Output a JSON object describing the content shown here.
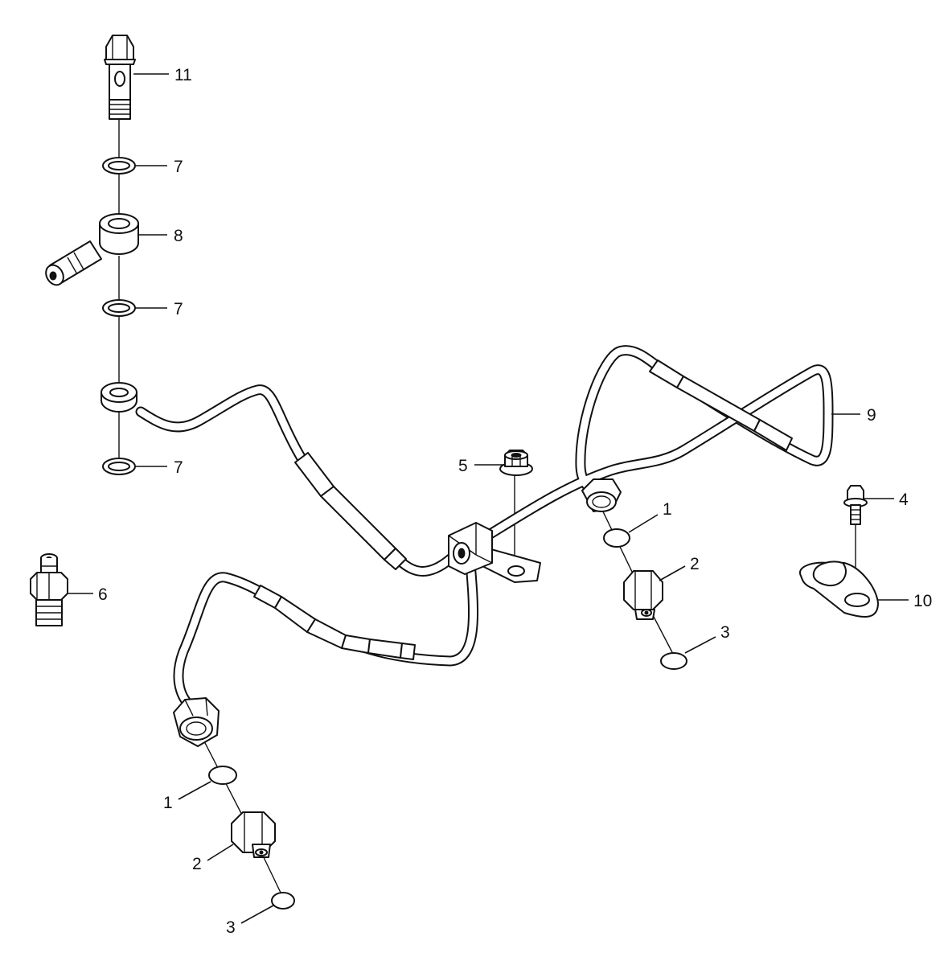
{
  "callouts": [
    {
      "id": "c11",
      "text": "11"
    },
    {
      "id": "c7a",
      "text": "7"
    },
    {
      "id": "c8",
      "text": "8"
    },
    {
      "id": "c7b",
      "text": "7"
    },
    {
      "id": "c7c",
      "text": "7"
    },
    {
      "id": "c5",
      "text": "5"
    },
    {
      "id": "c9",
      "text": "9"
    },
    {
      "id": "c4",
      "text": "4"
    },
    {
      "id": "c6",
      "text": "6"
    },
    {
      "id": "c1a",
      "text": "1"
    },
    {
      "id": "c2a",
      "text": "2"
    },
    {
      "id": "c3a",
      "text": "3"
    },
    {
      "id": "c10",
      "text": "10"
    },
    {
      "id": "c1b",
      "text": "1"
    },
    {
      "id": "c2b",
      "text": "2"
    },
    {
      "id": "c3b",
      "text": "3"
    }
  ]
}
